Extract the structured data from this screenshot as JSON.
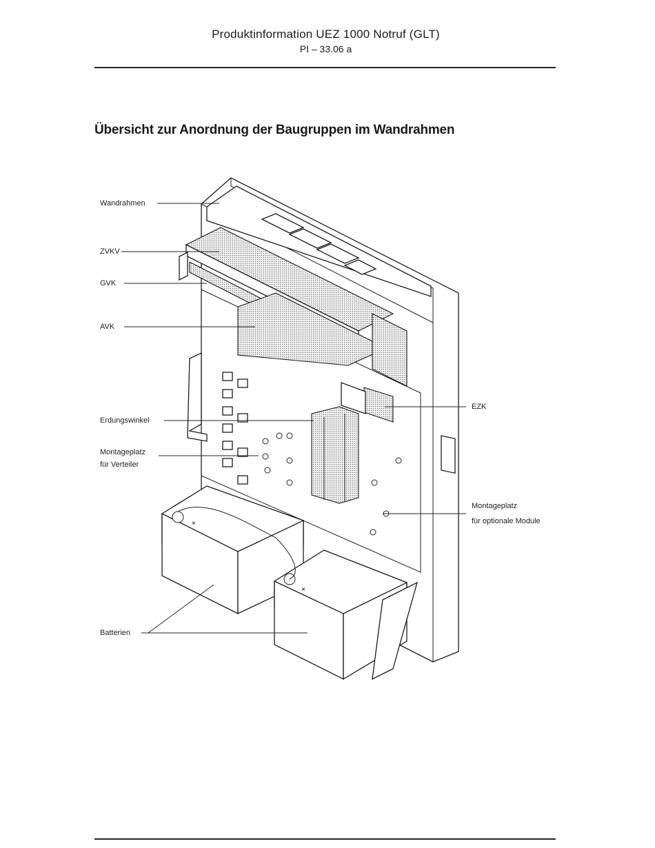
{
  "header": {
    "title": "Produktinformation UEZ 1000 Notruf (GLT)",
    "subtitle": "PI – 33.06 a"
  },
  "heading": "Übersicht zur Anordnung der Baugruppen im Wandrahmen",
  "labels": {
    "wandrahmen": "Wandrahmen",
    "zvkv": "ZVKV",
    "gvk": "GVK",
    "avk": "AVK",
    "erdungswinkel": "Erdungswinkel",
    "montageplatz_line1": "Montageplatz",
    "montageplatz_line2": "für Verteiler",
    "ezk": "EZK",
    "optional_line1": "Montageplatz",
    "optional_line2": "für optionale Module",
    "batterien": "Batterien"
  }
}
